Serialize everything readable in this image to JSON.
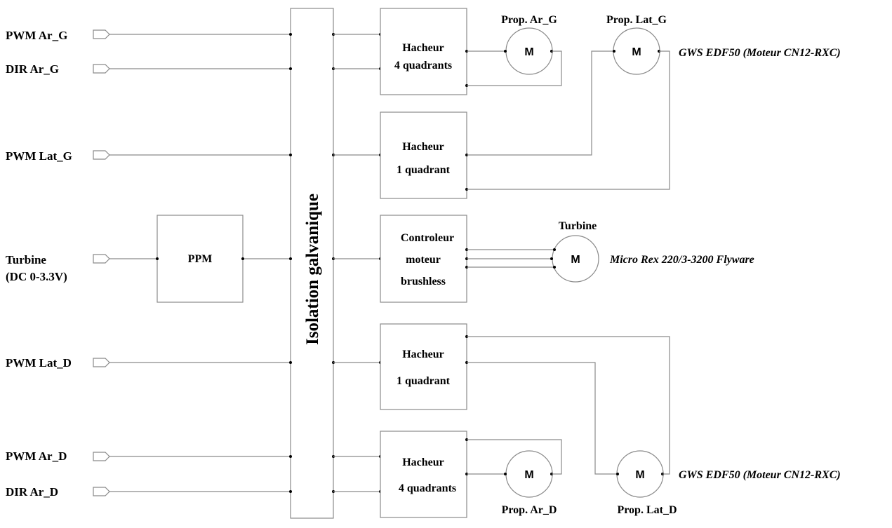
{
  "inputs": {
    "pwm_ar_g": "PWM Ar_G",
    "dir_ar_g": "DIR Ar_G",
    "pwm_lat_g": "PWM Lat_G",
    "turbine_line1": "Turbine",
    "turbine_line2": "(DC 0-3.3V)",
    "pwm_lat_d": "PWM Lat_D",
    "pwm_ar_d": "PWM Ar_D",
    "dir_ar_d": "DIR Ar_D"
  },
  "blocks": {
    "ppm": "PPM",
    "isolation": "Isolation galvanique",
    "hacheur4_top": [
      "Hacheur",
      "4 quadrants"
    ],
    "hacheur1_top": [
      "Hacheur",
      "1 quadrant"
    ],
    "controleur": [
      "Controleur",
      "moteur",
      "brushless"
    ],
    "hacheur1_bottom": [
      "Hacheur",
      "1 quadrant"
    ],
    "hacheur4_bottom": [
      "Hacheur",
      "4 quadrants"
    ]
  },
  "motors": {
    "symbol": "M",
    "prop_ar_g": "Prop. Ar_G",
    "prop_lat_g": "Prop. Lat_G",
    "turbine": "Turbine",
    "prop_ar_d": "Prop. Ar_D",
    "prop_lat_d": "Prop. Lat_D"
  },
  "references": {
    "gws_top": "GWS EDF50 (Moteur CN12-RXC)",
    "micro_rex": "Micro Rex 220/3-3200 Flyware",
    "gws_bottom": "GWS EDF50 (Moteur CN12-RXC)"
  }
}
